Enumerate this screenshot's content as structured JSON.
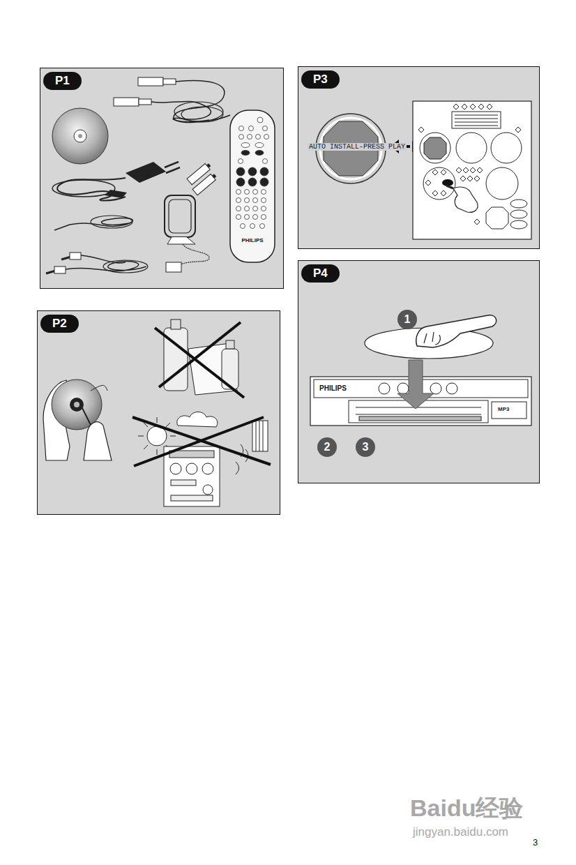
{
  "diagram": {
    "nodes": [
      {
        "text": [
          "P1"
        ]
      },
      {
        "text": [
          "P2"
        ]
      },
      {
        "text": [
          "P3"
        ]
      },
      {
        "text": [
          "P4"
        ]
      },
      {
        "text": [
          "1"
        ],
        "in": 3
      },
      {
        "text": [
          "2"
        ],
        "in": 3
      },
      {
        "text": [
          "3"
        ],
        "in": 3
      }
    ],
    "labels": [
      "PHILIPS",
      "AUTO INSTALL-PRESS PLAY",
      "PHILIPS",
      "MP3",
      "Baidu经验",
      "jingyan.baidu.com",
      "3"
    ]
  }
}
